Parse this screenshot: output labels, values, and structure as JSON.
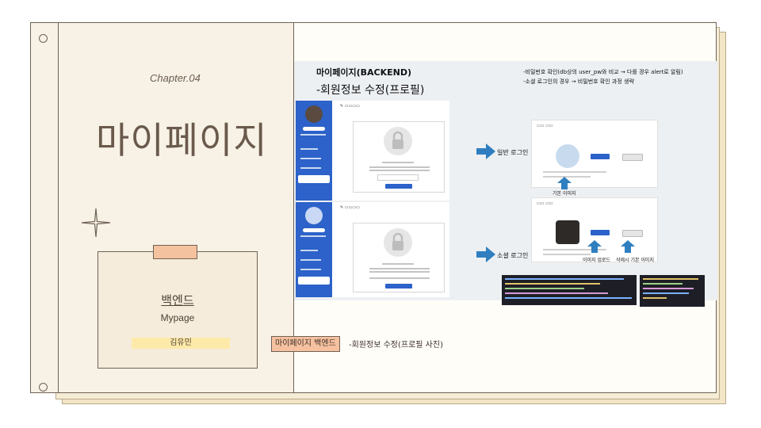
{
  "cover": {
    "chapter": "Chapter.04",
    "title": "마이페이지",
    "card_title": "백엔드",
    "card_subtitle": "Mypage",
    "author": "김유민"
  },
  "panel": {
    "title": "마이페이지(BACKEND)",
    "subtitle": "-회원정보 수정(프로필)",
    "notes": [
      "-비밀번호 확인(db상의 user_pw와 비교 → 다를 경우 alert로 알림)",
      "-소셜 로그인의 경우 → 비밀번호 확인 과정 생략"
    ],
    "arrow_general": "일반 로그인",
    "arrow_social": "소셜 로그인",
    "caption_default_image": "기본 이미지",
    "caption_upload": "이미지 업로드",
    "caption_delete": "삭제시 기본 이미지"
  },
  "footer": {
    "tag": "마이페이지 백엔드",
    "text": "-회원정보 수정(프로필 사진)"
  },
  "colors": {
    "accent": "#2c62c9",
    "tape": "#f5c2a0",
    "highlight": "#fdeaa8",
    "paper": "#f7f1e6",
    "ink": "#6f6253"
  }
}
